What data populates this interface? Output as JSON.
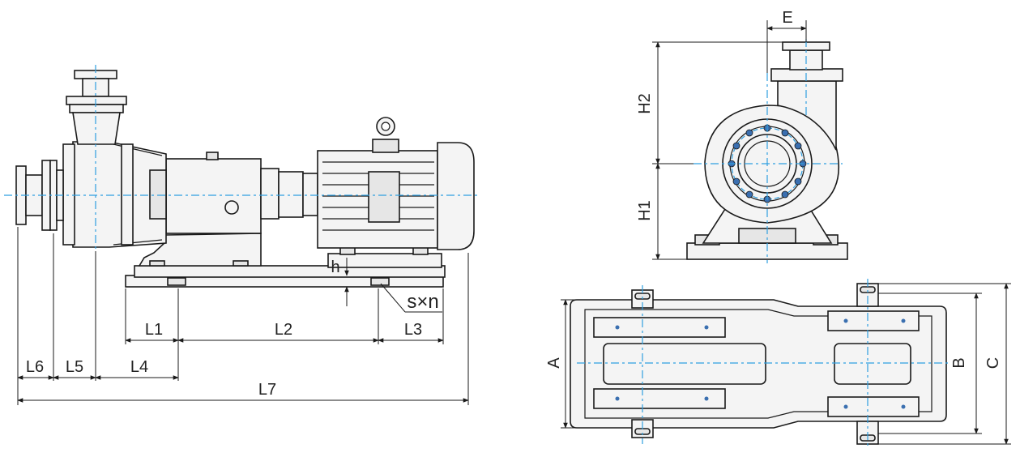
{
  "colors": {
    "outline": "#1a1a1a",
    "centerline": "#2f9fe0",
    "fill_light": "#f4f4f4",
    "fill_mid": "#e6e6e6"
  },
  "side_view": {
    "labels": {
      "l1": "L1",
      "l2": "L2",
      "l3": "L3",
      "l4": "L4",
      "l5": "L5",
      "l6": "L6",
      "l7": "L7",
      "h": "h",
      "sxn": "s×n"
    }
  },
  "front_view": {
    "labels": {
      "e": "E",
      "h1": "H1",
      "h2": "H2"
    }
  },
  "top_view": {
    "labels": {
      "a": "A",
      "b": "B",
      "c": "C"
    }
  }
}
